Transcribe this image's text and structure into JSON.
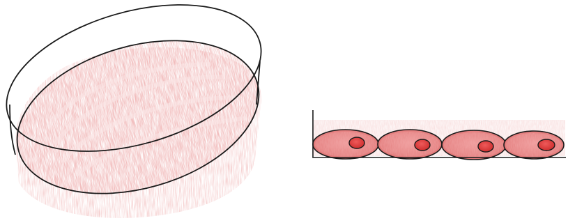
{
  "figure": {
    "panels": [
      {
        "id": "petri-dish",
        "parts": [
          "dish-rim",
          "dish-base",
          "culture-medium"
        ]
      },
      {
        "id": "cell-monolayer",
        "cell_count": 4,
        "parts": [
          "substrate-surface",
          "medium-layer",
          "cell",
          "nucleus"
        ]
      }
    ],
    "colors": {
      "outline": "#1a1a1a",
      "medium_fill": "#efb3b3",
      "medium_light": "#f6d4d4",
      "cell_fill": "#e68282",
      "cell_light": "#f0a8a8",
      "nucleus_fill": "#d63a3a",
      "nucleus_light": "#f07a7a"
    }
  }
}
